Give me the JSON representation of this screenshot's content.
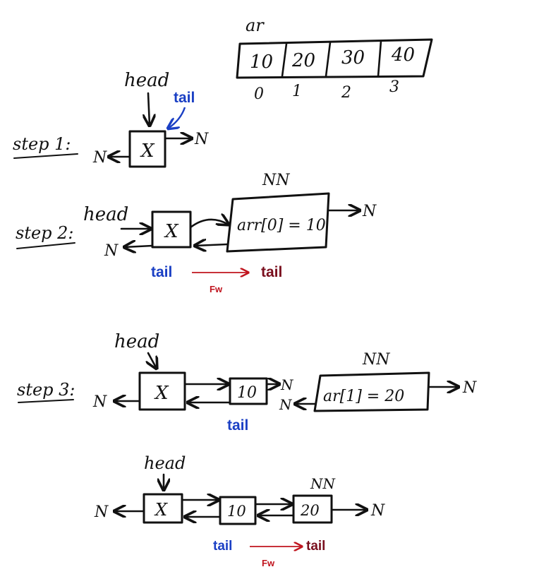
{
  "colors": {
    "tail_blue": "#1a3fc4",
    "tail_dark_red": "#7a0f1e",
    "fw_red": "#c0141e",
    "ink": "#111111"
  },
  "array": {
    "name": "ar",
    "values": [
      "10",
      "20",
      "30",
      "40"
    ],
    "indices": [
      "0",
      "1",
      "2",
      "3"
    ]
  },
  "steps": {
    "step1": "step 1:",
    "step2": "step 2:",
    "step3": "step 3:"
  },
  "labels": {
    "head": "head",
    "tail": "tail",
    "null": "N",
    "new_node": "NN",
    "fw": "Fw",
    "dummy": "X"
  },
  "nodes": {
    "step2_nn": "arr[0] = 10",
    "step3_first": "10",
    "step3_nn": "ar[1] = 20",
    "step4_first": "10",
    "step4_second": "20"
  }
}
